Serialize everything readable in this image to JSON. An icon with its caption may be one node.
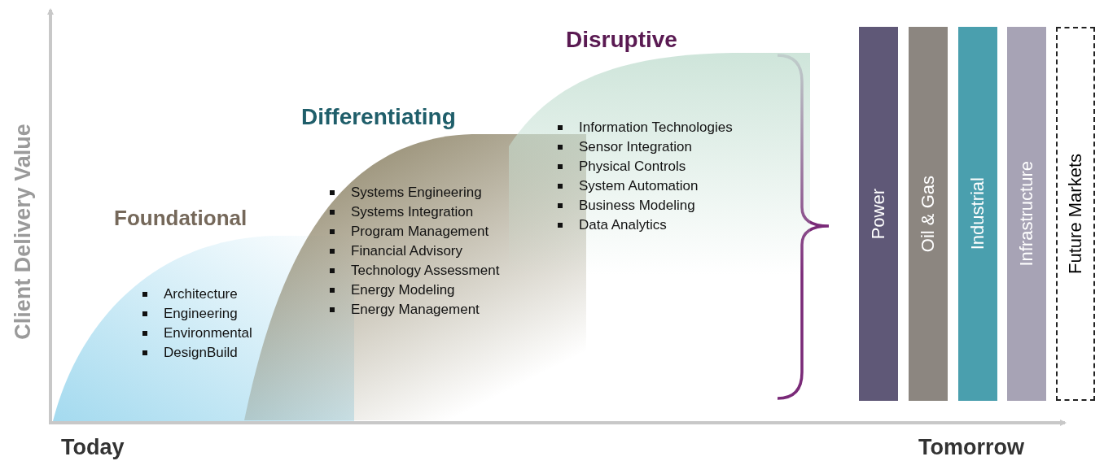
{
  "diagram": {
    "nodes": [
      {
        "text": [
          "Foundational",
          "Architecture",
          "Engineering",
          "Environmental",
          "DesignBuild"
        ]
      },
      {
        "text": [
          "Differentiating",
          "Systems Engineering",
          "Systems Integration",
          "Program Management",
          "Financial Advisory",
          "Technology Assessment",
          "Energy Modeling",
          "Energy Management"
        ]
      },
      {
        "text": [
          "Disruptive",
          "Information Technologies",
          "Sensor Integration",
          "Physical Controls",
          "System Automation",
          "Business Modeling",
          "Data Analytics"
        ]
      },
      {
        "text": [
          "Power"
        ]
      },
      {
        "text": [
          "Oil & Gas"
        ]
      },
      {
        "text": [
          "Industrial"
        ]
      },
      {
        "text": [
          "Infrastructure"
        ]
      },
      {
        "text": [
          "Future Markets"
        ]
      }
    ],
    "labels": [
      "Client Delivery Value",
      "Today",
      "Tomorrow"
    ]
  }
}
